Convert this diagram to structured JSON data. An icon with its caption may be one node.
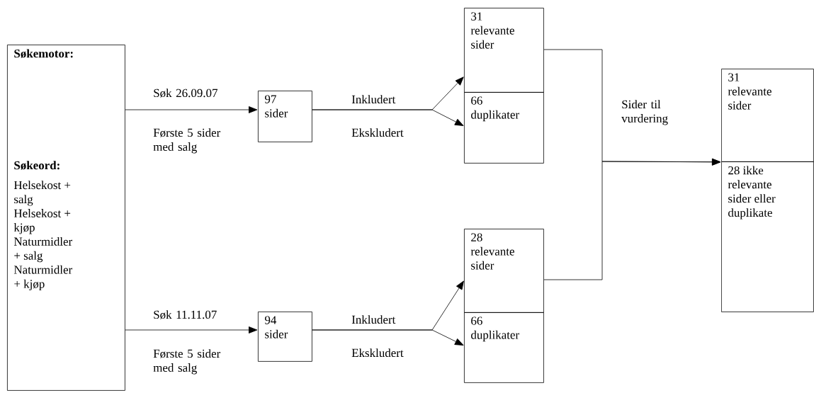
{
  "diagram": {
    "nodes": [
      {
        "text": [
          "Søkemotor:",
          "Søkeord:",
          "Helsekost + salg",
          "Helsekost + kjøp",
          "Naturmidler + salg",
          "Naturmidler + kjøp"
        ]
      },
      {
        "text": [
          "97 sider"
        ]
      },
      {
        "text": [
          "31 relevante sider"
        ]
      },
      {
        "text": [
          "66 duplikater"
        ]
      },
      {
        "text": [
          "94 sider"
        ]
      },
      {
        "text": [
          "28 relevante sider"
        ]
      },
      {
        "text": [
          "66 duplikater"
        ]
      },
      {
        "text": [
          "31 relevante sider"
        ]
      },
      {
        "text": [
          "28 ikke relevante sider eller duplikate"
        ]
      }
    ],
    "edges": [
      {
        "from": 0,
        "to": 1,
        "arrow": "to",
        "label": "Søk 26.09.07"
      },
      {
        "from": 1,
        "to": 2,
        "arrow": "to",
        "label": "Inkludert"
      },
      {
        "from": 1,
        "to": 3,
        "arrow": "to",
        "label": "Ekskludert"
      },
      {
        "from": 0,
        "to": 4,
        "arrow": "to",
        "label": "Søk 11.11.07"
      },
      {
        "from": 4,
        "to": 5,
        "arrow": "to",
        "label": "Inkludert"
      },
      {
        "from": 4,
        "to": 6,
        "arrow": "to",
        "label": "Ekskludert"
      },
      {
        "from": 2,
        "to": 7,
        "arrow": "to",
        "label": "Sider til vurdering"
      },
      {
        "from": 5,
        "to": 7,
        "arrow": "to"
      }
    ],
    "labels": [
      "Første 5 sider med salg",
      "Første 5 sider med salg"
    ]
  }
}
